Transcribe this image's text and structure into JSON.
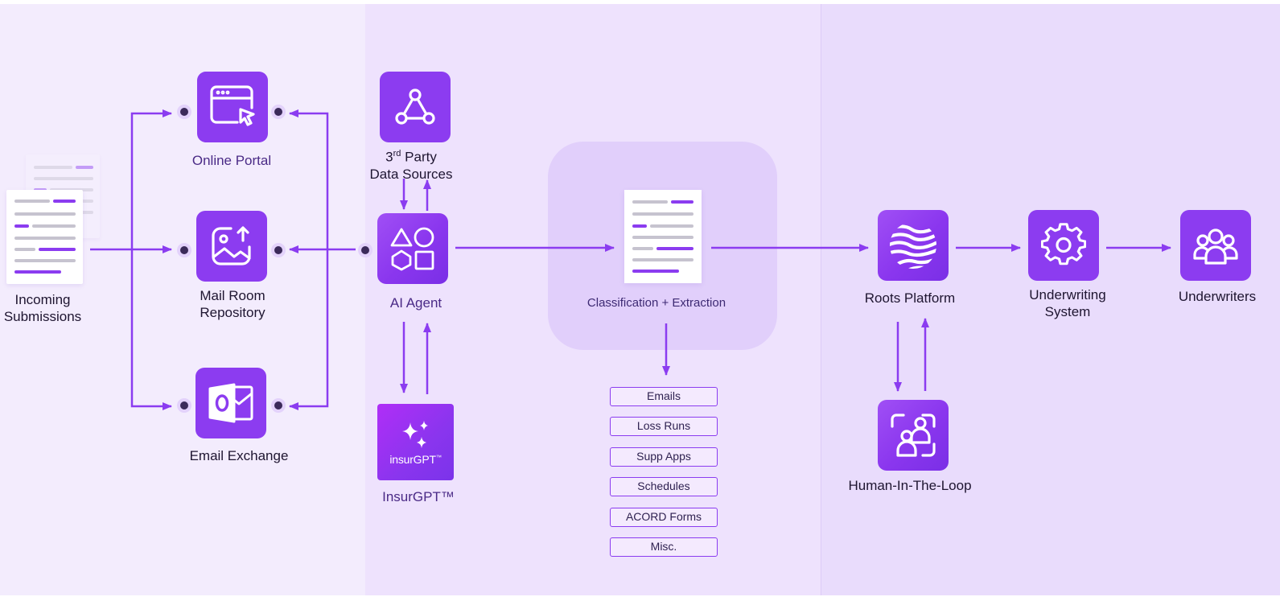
{
  "nodes": {
    "incoming": {
      "label_line1": "Incoming",
      "label_line2": "Submissions"
    },
    "online_portal": {
      "label": "Online Portal"
    },
    "mail_room": {
      "label_line1": "Mail Room",
      "label_line2": "Repository"
    },
    "email_exchange": {
      "label": "Email Exchange"
    },
    "third_party": {
      "label_prefix": "3",
      "label_sup": "rd",
      "label_suffix": " Party",
      "label_line2": "Data Sources"
    },
    "ai_agent": {
      "label": "AI Agent"
    },
    "insurgpt": {
      "label": "InsurGPT™",
      "tile_text": "insurGPT",
      "tile_tm": "™"
    },
    "classification": {
      "label": "Classification + Extraction"
    },
    "roots": {
      "label": "Roots Platform"
    },
    "underwriting_system": {
      "label_line1": "Underwriting",
      "label_line2": "System"
    },
    "underwriters": {
      "label": "Underwriters"
    },
    "human_loop": {
      "label": "Human-In-The-Loop"
    }
  },
  "doc_types": [
    "Emails",
    "Loss Runs",
    "Supp Apps",
    "Schedules",
    "ACORD Forms",
    "Misc."
  ],
  "colors": {
    "accent": "#8b3cf0",
    "accent_light": "#b02ef7",
    "band1": "#f3ecfd",
    "band2": "#eee2fd",
    "band3": "#e9dcfc",
    "node_dot": "#3b2a5a"
  },
  "icons": [
    "browser-cursor-icon",
    "image-upload-icon",
    "outlook-icon",
    "network-nodes-icon",
    "shapes-icon",
    "sparkles-icon",
    "roots-logo-icon",
    "gear-icon",
    "users-group-icon",
    "person-focus-icon",
    "document-icon"
  ]
}
